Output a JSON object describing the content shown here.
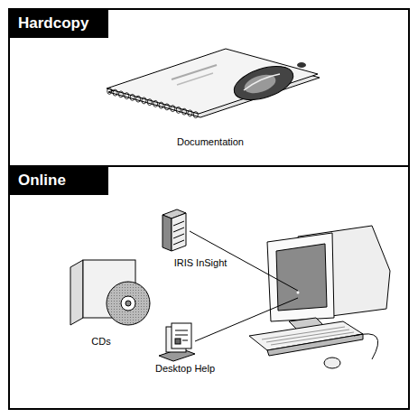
{
  "diagram": {
    "nodes": [
      {
        "text": [
          "Hardcopy"
        ]
      },
      {
        "text": [
          "Online"
        ]
      }
    ],
    "labels": [
      "Documentation",
      "IRIS InSight",
      "CDs",
      "Desktop Help"
    ]
  }
}
